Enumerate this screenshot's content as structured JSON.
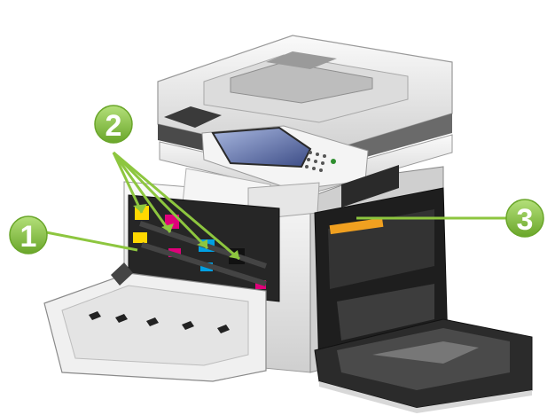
{
  "callouts": [
    {
      "number": "1",
      "target": "front-door"
    },
    {
      "number": "2",
      "target": "toner-cartridges"
    },
    {
      "number": "3",
      "target": "right-door-fuser"
    }
  ],
  "colors": {
    "callout_fill": "#8dc63f",
    "callout_stroke": "#6aa62a",
    "leader_line": "#8dc63f",
    "printer_body": "#e9e9e9",
    "printer_dark": "#2a2a2a",
    "toner_yellow": "#ffd800",
    "toner_magenta": "#e0007a",
    "toner_cyan": "#00a0e3",
    "control_screen": "#6a7fb8"
  },
  "icons": [
    "printer-illustration",
    "touchscreen-icon",
    "keypad-icon"
  ]
}
